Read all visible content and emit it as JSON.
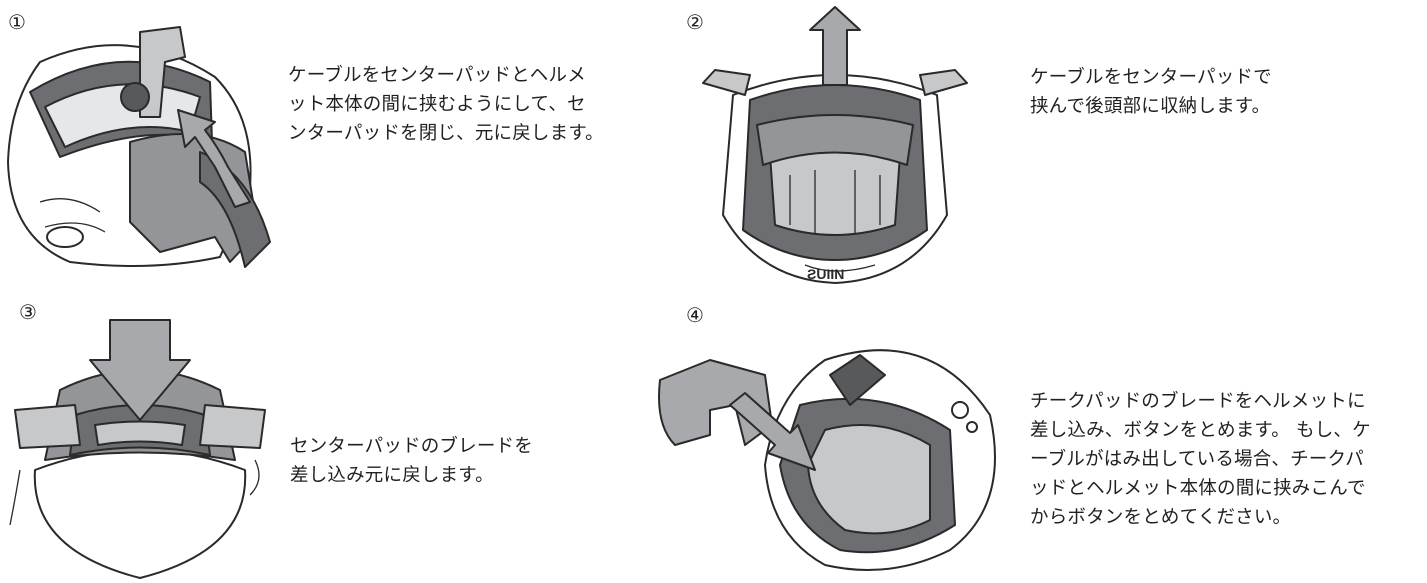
{
  "steps": [
    {
      "number": "①",
      "lines": [
        "ケーブルをセンターパッドとヘルメ",
        "ット本体の間に挟むようにして、セ",
        "ンターパッドを閉じ、元に戻します。"
      ]
    },
    {
      "number": "②",
      "lines": [
        "ケーブルをセンターパッドで",
        "挟んで後頭部に収納します。"
      ]
    },
    {
      "number": "③",
      "lines": [
        "センターパッドのブレードを",
        "差し込み元に戻します。"
      ]
    },
    {
      "number": "④",
      "lines": [
        "チークパッドのブレードをヘルメットに",
        "差し込み、ボタンをとめます。 もし、ケ",
        "ーブルがはみ出している場合、チークパ",
        "ッドとヘルメット本体の間に挟みこんで",
        "からボタンをとめてください。"
      ]
    }
  ],
  "helmet_logo": "ƧUIIN",
  "colors": {
    "pad_dark": "#6d6e71",
    "pad_mid": "#939598",
    "pad_light": "#c7c8ca",
    "arrow_fill": "#a7a9ac",
    "line": "#2a2a2a"
  }
}
